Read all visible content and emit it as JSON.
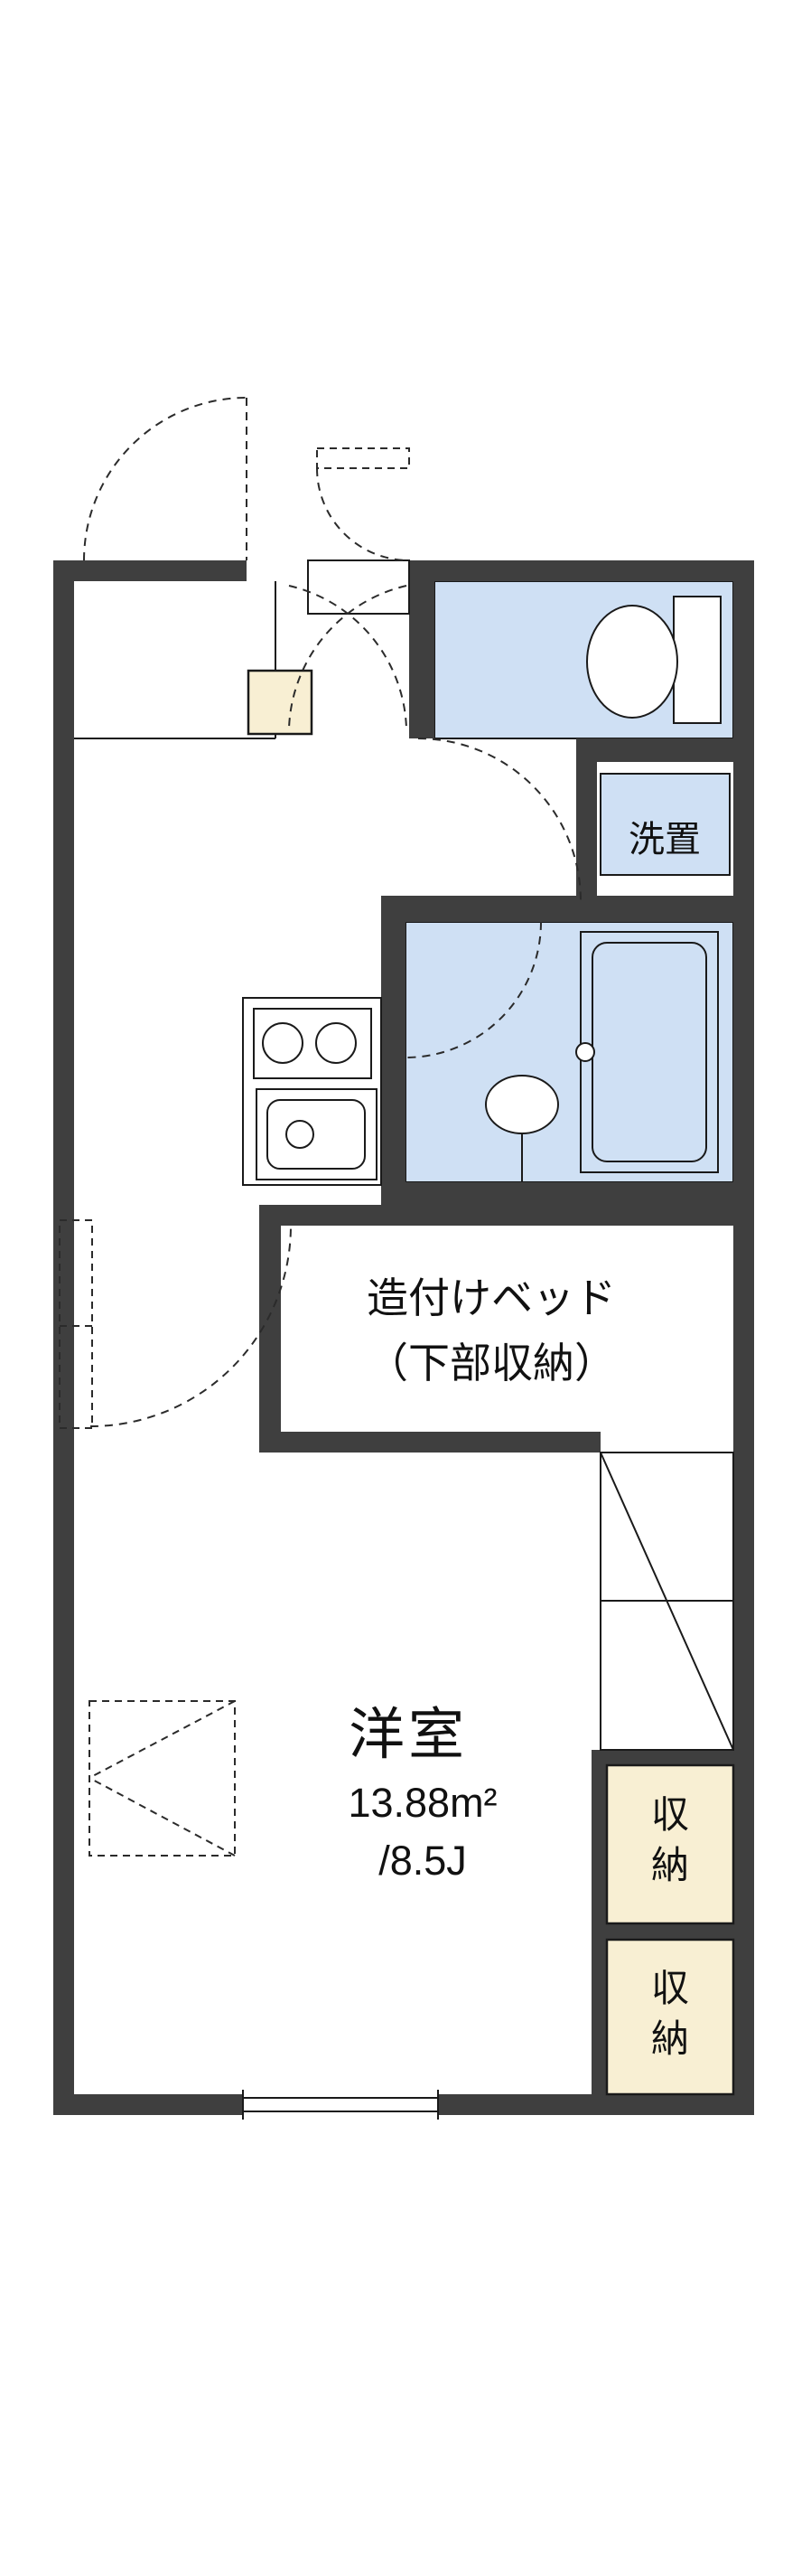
{
  "colors": {
    "wall": "#3f3f3f",
    "line": "#1a1a1a",
    "water_area": "#cfe0f4",
    "storage_fill": "#f8efd3",
    "background": "#ffffff"
  },
  "rooms": {
    "washer": {
      "label": "洗置"
    },
    "bed": {
      "label_line1": "造付けベッド",
      "label_line2": "（下部収納）"
    },
    "main": {
      "label": "洋室",
      "area_m2": "13.88m²",
      "area_jo": "/8.5J"
    },
    "storage1": {
      "label": "収納"
    },
    "storage2": {
      "label": "収納"
    }
  }
}
